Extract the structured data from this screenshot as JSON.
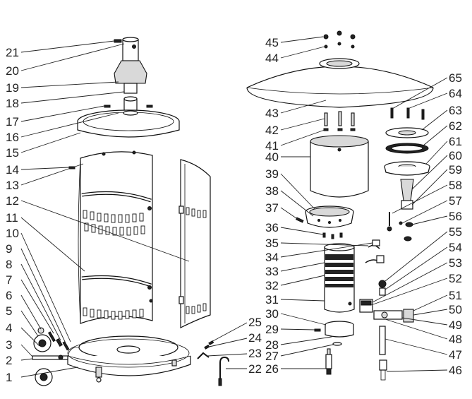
{
  "diagram": {
    "left_labels": [
      "21",
      "20",
      "19",
      "18",
      "17",
      "16",
      "15",
      "14",
      "13",
      "12",
      "11",
      "10",
      "9",
      "8",
      "7",
      "6",
      "5",
      "4",
      "3",
      "2",
      "1"
    ],
    "bottom_mid_labels": [
      "25",
      "24",
      "23",
      "22"
    ],
    "right_side_labels": [
      "45",
      "44",
      "43",
      "42",
      "41",
      "40",
      "39",
      "38",
      "37",
      "36",
      "35",
      "34",
      "33",
      "32",
      "31",
      "30",
      "29",
      "28",
      "27",
      "26"
    ],
    "far_right_labels": [
      "65",
      "64",
      "63",
      "62",
      "61",
      "60",
      "59",
      "58",
      "57",
      "56",
      "55",
      "54",
      "53",
      "52",
      "51",
      "50",
      "49",
      "48",
      "47",
      "46"
    ]
  }
}
